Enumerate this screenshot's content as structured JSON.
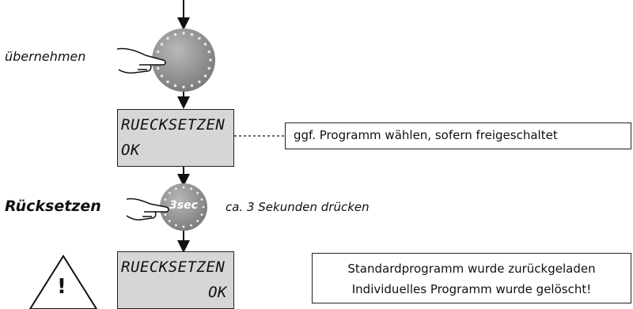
{
  "labels": {
    "uebernehmen": "übernehmen",
    "ruecksetzen": "Rücksetzen",
    "press_hint": "ca. 3 Sekunden drücken",
    "knob_text": "3sec"
  },
  "lcd_top": {
    "line1": "RUECKSETZEN",
    "line2": "OK"
  },
  "lcd_bottom": {
    "line1": "RUECKSETZEN",
    "line2": "OK"
  },
  "note_top": "ggf. Programm wählen, sofern freigeschaltet",
  "note_bottom": {
    "line1": "Standardprogramm wurde zurückgeladen",
    "line2": "Individuelles Programm wurde gelöscht!"
  },
  "warning_symbol": "!",
  "colors": {
    "knob": "#8a8a8a",
    "knob_dots": "#e6e6e6",
    "lcd_bg": "#d6d6d6"
  },
  "icons": [
    "hand-pointing-icon",
    "rotary-knob-icon",
    "warning-triangle-icon"
  ]
}
